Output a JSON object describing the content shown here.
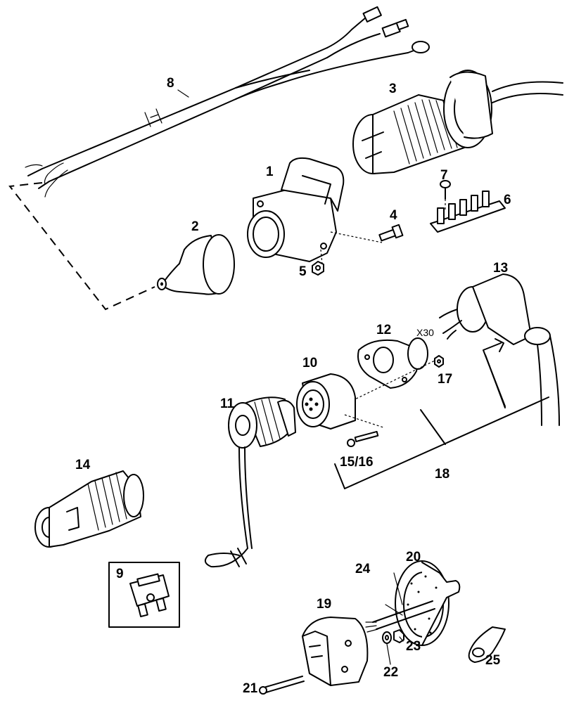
{
  "diagram": {
    "callouts": {
      "c1": "1",
      "c2": "2",
      "c3": "3",
      "c4": "4",
      "c5": "5",
      "c6": "6",
      "c7": "7",
      "c8": "8",
      "c9": "9",
      "c10": "10",
      "c11": "11",
      "c12": "12",
      "c13": "13",
      "c14": "14",
      "c15_16": "15/16",
      "c17": "17",
      "c18": "18",
      "c19": "19",
      "c20": "20",
      "c21": "21",
      "c22": "22",
      "c23": "23",
      "c24": "24",
      "c25": "25"
    },
    "annotations": {
      "x30": "X30"
    }
  }
}
